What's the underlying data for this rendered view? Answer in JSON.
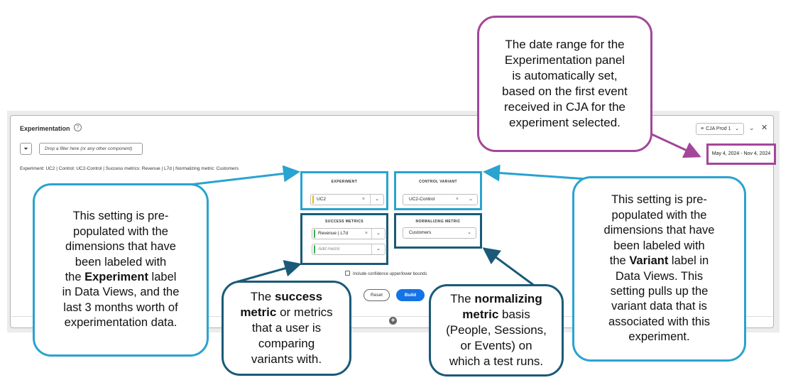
{
  "panel": {
    "title": "Experimentation",
    "help_icon": "?",
    "dataview_label": "CJA Prod 1",
    "date_range": "May 4, 2024 - Nov 4, 2024",
    "filter_placeholder": "Drop a filter here (or any other component)",
    "summary": "Experiment: UC2 | Control: UC2-Control | Success metrics: Revenue | L7d | Normalizing metric: Customers"
  },
  "settings": {
    "experiment": {
      "label": "EXPERIMENT",
      "value": "UC2",
      "accent": "#e8b90d"
    },
    "control_variant": {
      "label": "CONTROL VARIANT",
      "value": "UC2-Control"
    },
    "success_metrics": {
      "label": "SUCCESS METRICS",
      "value": "Revenue | L7d",
      "add_placeholder": "Add metric",
      "accent": "#3fae49"
    },
    "normalizing_metric": {
      "label": "NORMALIZING METRIC",
      "value": "Customers"
    },
    "confidence_label": "Include confidence upper/lower bounds",
    "reset_label": "Reset",
    "build_label": "Build"
  },
  "icons": {
    "help": "help-icon",
    "dataview": "list-icon",
    "chevron": "chevron-down-icon",
    "close": "close-icon",
    "filter": "filter-icon",
    "add": "add-icon",
    "clear": "clear-icon"
  },
  "colors": {
    "callout_purple": "#a3479a",
    "callout_blue": "#29a3d0",
    "callout_dark": "#1a5a78",
    "build_blue": "#1473e6"
  },
  "callouts": {
    "date": [
      "The date range for the",
      "Experimentation panel",
      "is automatically set,",
      "based on the first event",
      "received in CJA for the",
      "experiment selected."
    ],
    "experiment": {
      "l1": "This setting is pre-",
      "l2": "populated with the",
      "l3": "dimensions that have",
      "l4": "been labeled with",
      "l5_pre": "the ",
      "l5_bold": "Experiment",
      "l5_post": " label",
      "l6": "in Data Views, and the",
      "l7": "last 3 months worth of",
      "l8": "experimentation data."
    },
    "variant": {
      "l1": "This setting is pre-",
      "l2": "populated with the",
      "l3": "dimensions that have",
      "l4": "been labeled with",
      "l5_pre": "the ",
      "l5_bold": "Variant",
      "l5_post": " label in",
      "l6": "Data Views. This",
      "l7": "setting pulls up the",
      "l8": "variant data that is",
      "l9": "associated with this",
      "l10": "experiment."
    },
    "success": {
      "l1_pre": "The ",
      "l1_bold": "success",
      "l2_bold": "metric",
      "l2_post": " or metrics",
      "l3": "that a user is",
      "l4": "comparing",
      "l5": "variants with."
    },
    "normalizing": {
      "l1_pre": "The ",
      "l1_bold": "normalizing",
      "l2_bold": "metric",
      "l2_post": " basis",
      "l3": "(People, Sessions,",
      "l4": "or Events) on",
      "l5": "which a test runs."
    }
  }
}
